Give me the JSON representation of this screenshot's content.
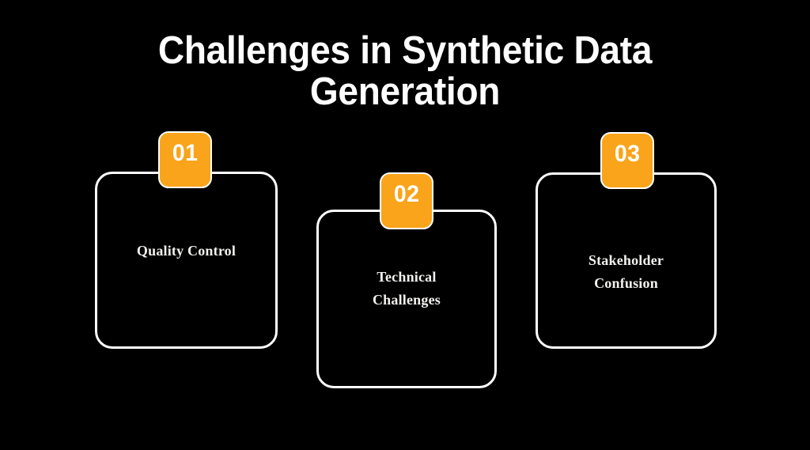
{
  "slide": {
    "background_color": "#000000",
    "title_color": "#ffffff",
    "accent_color": "#f9a41b",
    "card_border_color": "#ffffff",
    "card_label_color": "#f2f1ef"
  },
  "title": {
    "line1": "Challenges in Synthetic Data",
    "line2": "Generation",
    "full": "Challenges in Synthetic Data Generation"
  },
  "cards": [
    {
      "number": "01",
      "label_line1": "Quality Control",
      "label_line2": "",
      "label": "Quality Control"
    },
    {
      "number": "02",
      "label_line1": "Technical",
      "label_line2": "Challenges",
      "label": "Technical Challenges"
    },
    {
      "number": "03",
      "label_line1": "Stakeholder",
      "label_line2": "Confusion",
      "label": "Stakeholder Confusion"
    }
  ]
}
